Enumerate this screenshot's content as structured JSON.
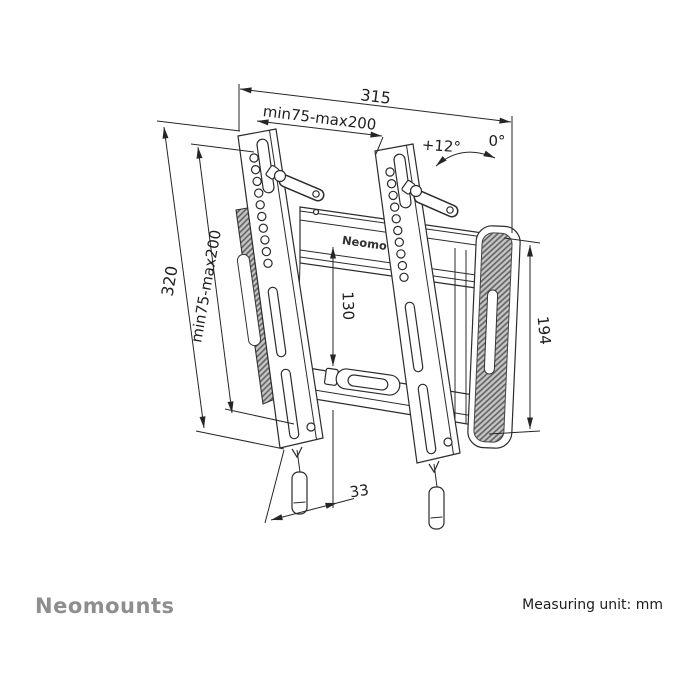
{
  "footer": {
    "brand": "Neomounts",
    "note": "Measuring unit: mm"
  },
  "diagram": {
    "plate_label": "Neomo",
    "angles": {
      "tilt_label": "+12°",
      "zero_label": "0°"
    },
    "dimensions": {
      "total_width": "315",
      "vesa_width": "min75-max200",
      "total_height": "320",
      "vesa_height": "min75-max200",
      "inner_height": "130",
      "bracket_height": "194",
      "bottom_gap": "33"
    },
    "colors": {
      "line": "#2b2b2b",
      "brand_gray": "#8e8e8e",
      "pad_fill": "#c6c6c6"
    }
  }
}
